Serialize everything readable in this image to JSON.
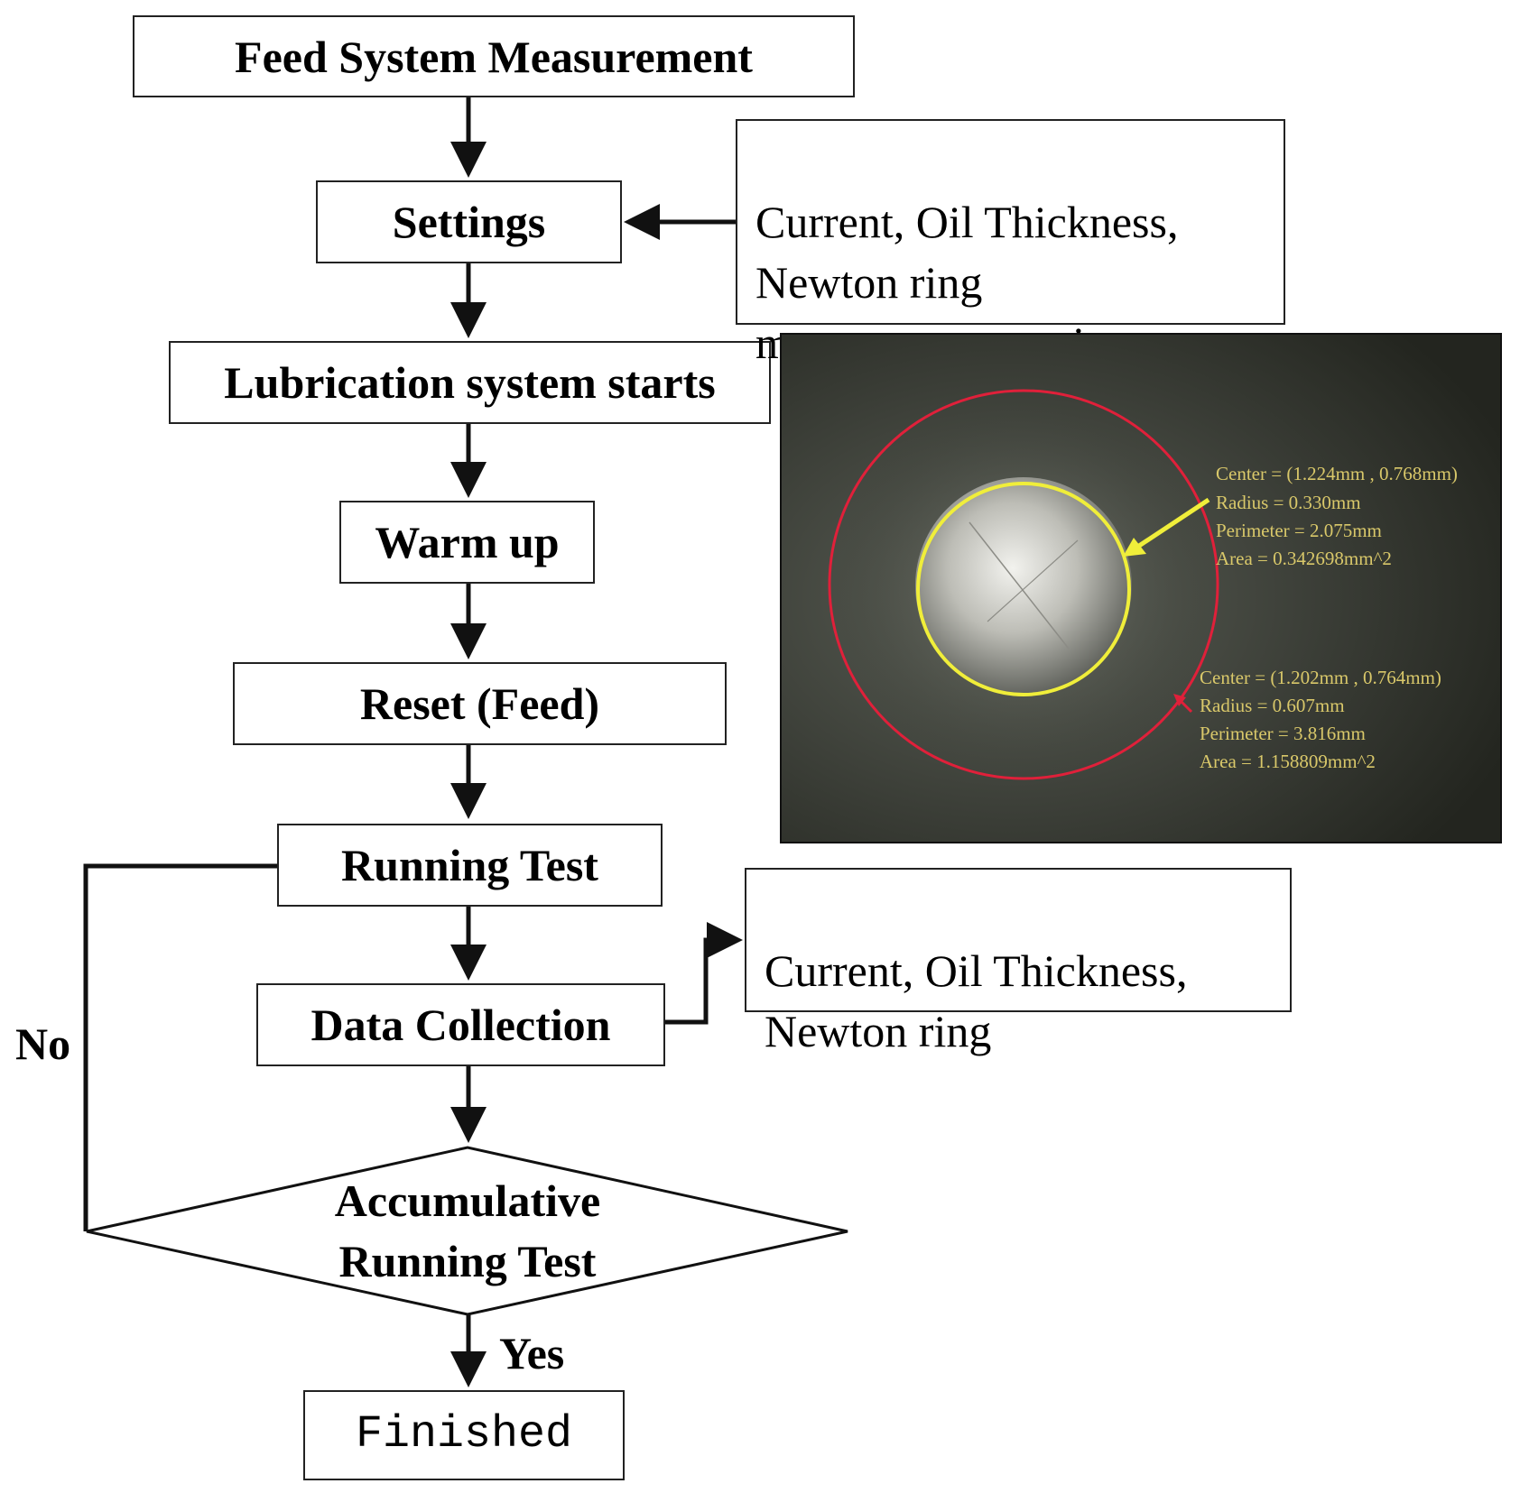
{
  "flow": {
    "feed_system_measurement": "Feed System Measurement",
    "settings": "Settings",
    "lubrication_starts": "Lubrication system starts",
    "warm_up": "Warm up",
    "reset_feed": "Reset (Feed)",
    "running_test": "Running Test",
    "data_collection": "Data Collection",
    "decision_line1": "Accumulative",
    "decision_line2": "Running Test",
    "finished": "Finished",
    "no_label": "No",
    "yes_label": "Yes"
  },
  "notes": {
    "settings_inputs": "Current, Oil Thickness,\nNewton ring\nmeasurement equipment",
    "data_outputs": "Current, Oil Thickness,\nNewton ring"
  },
  "micrograph": {
    "inner_circle": {
      "center": "Center = (1.224mm , 0.768mm)",
      "radius": "Radius = 0.330mm",
      "perimeter": "Perimeter = 2.075mm",
      "area": "Area = 0.342698mm^2",
      "color": "#f0ee3a"
    },
    "outer_circle": {
      "center": "Center = (1.202mm , 0.764mm)",
      "radius": "Radius = 0.607mm",
      "perimeter": "Perimeter = 3.816mm",
      "area": "Area = 1.158809mm^2",
      "color": "#e0203a"
    }
  }
}
